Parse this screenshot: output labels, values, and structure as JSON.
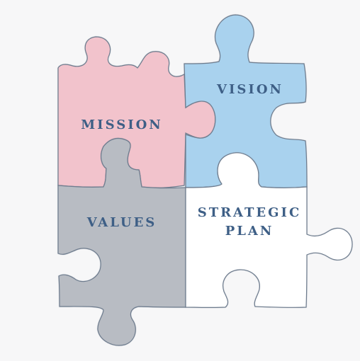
{
  "diagram": {
    "pieces": [
      {
        "id": "mission",
        "label": "MISSION",
        "fill": "#f2c3cc",
        "text_color": "#3e5f86"
      },
      {
        "id": "vision",
        "label": "VISION",
        "fill": "#a9d2ee",
        "text_color": "#3e5f86"
      },
      {
        "id": "values",
        "label": "VALUES",
        "fill": "#b8bcc3",
        "text_color": "#3e5f86"
      },
      {
        "id": "strategic",
        "label_line1": "STRATEGIC",
        "label_line2": "PLAN",
        "fill": "#ffffff",
        "text_color": "#3e5f86"
      }
    ],
    "outline_color": "#6e7c8e"
  }
}
